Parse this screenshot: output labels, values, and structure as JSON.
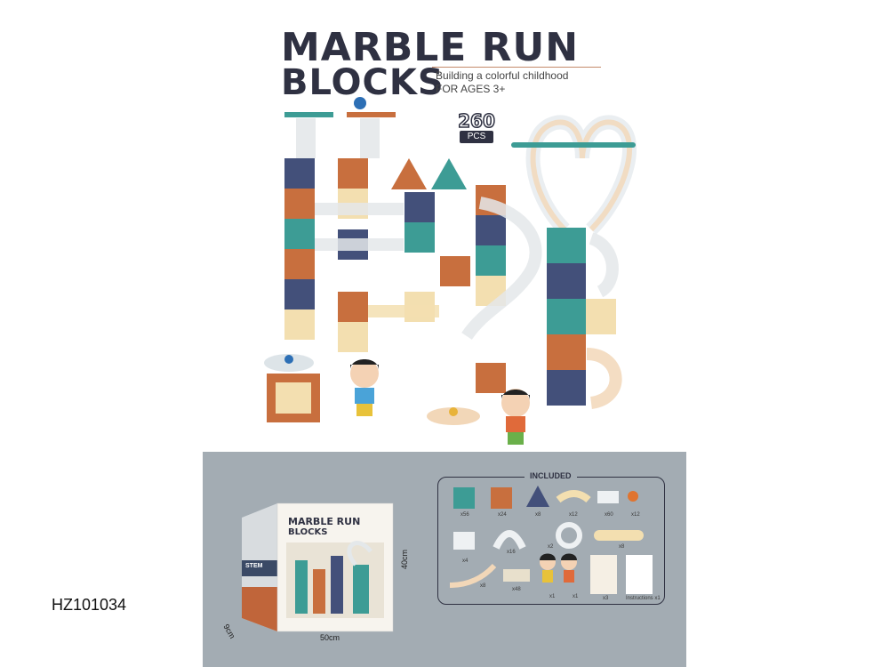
{
  "header": {
    "title_line1": "MARBLE RUN",
    "title_line2": "BLOCKS",
    "tagline": "Building a colorful childhood",
    "age": "FOR AGES 3+"
  },
  "badge": {
    "count": "260",
    "unit": "PCS"
  },
  "colors": {
    "teal": "#3d9c95",
    "orange": "#c86f3e",
    "navy": "#43507a",
    "cream": "#f3dfb0",
    "clear": "#dfe3e6",
    "box_bg": "#a3acb3"
  },
  "included": {
    "label": "INCLUDED",
    "items": [
      {
        "icon": "square-gear-block-teal-icon",
        "qty": "x56"
      },
      {
        "icon": "square-gear-block-orange-icon",
        "qty": "x24"
      },
      {
        "icon": "triangle-block-icon",
        "qty": "x8"
      },
      {
        "icon": "curved-track-icon",
        "qty": "x12"
      },
      {
        "icon": "straight-tube-icon",
        "qty": "x60"
      },
      {
        "icon": "marble-icon",
        "qty": "x12"
      },
      {
        "icon": "three-way-tube-icon",
        "qty": "x4"
      },
      {
        "icon": "arch-tube-icon",
        "qty": "x16"
      },
      {
        "icon": "loop-tube-icon",
        "qty": "x2"
      },
      {
        "icon": "long-tube-icon",
        "qty": "x8"
      },
      {
        "icon": "slide-track-icon",
        "qty": "x8"
      },
      {
        "icon": "base-card-icon",
        "qty": "x48"
      },
      {
        "icon": "figure-girl-icon",
        "qty": "x1"
      },
      {
        "icon": "figure-boy-icon",
        "qty": "x1"
      },
      {
        "icon": "sticker-sheet-icon",
        "qty": "x3"
      },
      {
        "icon": "instructions-icon",
        "qty": "Instructions x1"
      }
    ]
  },
  "package": {
    "title_line1": "MARBLE RUN",
    "title_line2": "BLOCKS",
    "side_label": "STEM",
    "dim_width": "50cm",
    "dim_height": "40cm",
    "dim_depth": "9cm"
  },
  "product_code": "HZ101034"
}
